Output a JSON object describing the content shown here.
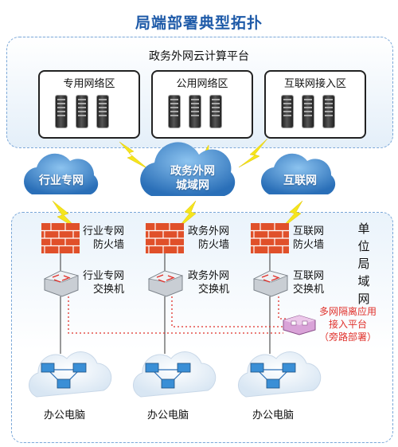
{
  "title": "局端部署典型拓扑",
  "platform": {
    "label": "政务外网云计算平台",
    "zones": [
      "专用网络区",
      "公用网络区",
      "互联网接入区"
    ]
  },
  "clouds": {
    "industry": "行业专网",
    "gov_line1": "政务外网",
    "gov_line2": "城域网",
    "internet": "互联网"
  },
  "lan_label": [
    "单",
    "位",
    "局",
    "域",
    "网"
  ],
  "columns": [
    {
      "fw_line1": "行业专网",
      "fw_line2": "防火墙",
      "sw_line1": "行业专网",
      "sw_line2": "交换机",
      "pc_label": "办公电脑"
    },
    {
      "fw_line1": "政务外网",
      "fw_line2": "防火墙",
      "sw_line1": "政务外网",
      "sw_line2": "交换机",
      "pc_label": "办公电脑"
    },
    {
      "fw_line1": "互联网",
      "fw_line2": "防火墙",
      "sw_line1": "互联网",
      "sw_line2": "交换机",
      "pc_label": "办公电脑"
    }
  ],
  "isolation": {
    "line1": "多网隔离应用",
    "line2": "接入平台",
    "line3": "（旁路部署）"
  },
  "colors": {
    "title": "#1e5aa8",
    "cloud": "#2f7fc9",
    "lightning": "#f5e51d",
    "firewall": "#e0502a",
    "dotted_link": "#e0302a"
  }
}
